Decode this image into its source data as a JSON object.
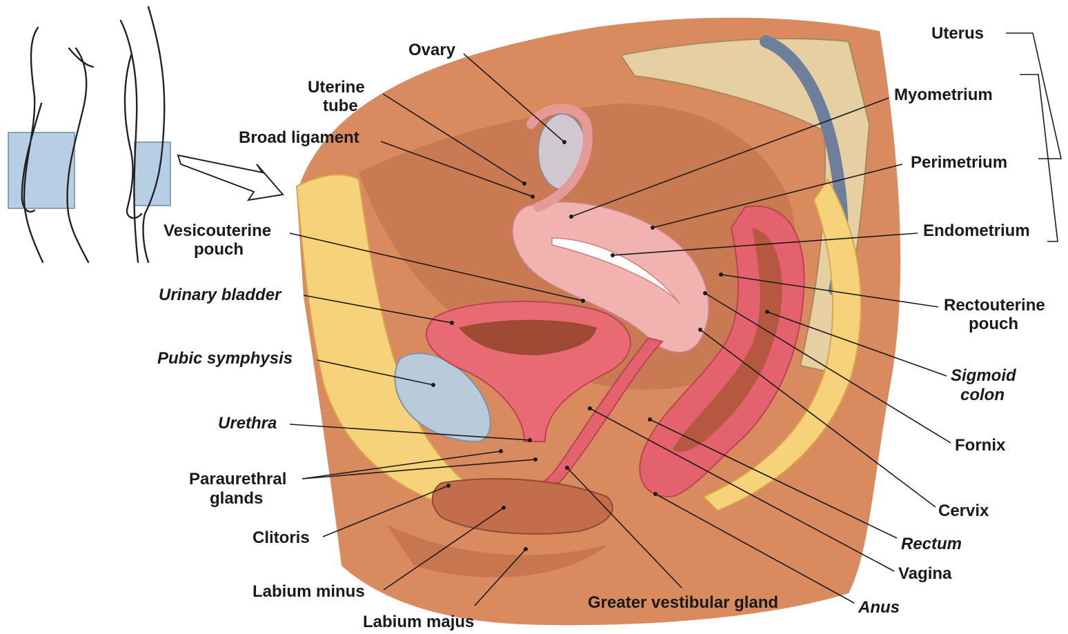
{
  "labels": {
    "uterus": "Uterus",
    "ovary": "Ovary",
    "uterine_tube_1": "Uterine",
    "uterine_tube_2": "tube",
    "broad_ligament": "Broad ligament",
    "myometrium": "Myometrium",
    "perimetrium": "Perimetrium",
    "endometrium": "Endometrium",
    "vesicouterine_1": "Vesicouterine",
    "vesicouterine_2": "pouch",
    "urinary_bladder": "Urinary bladder",
    "rectouterine_1": "Rectouterine",
    "rectouterine_2": "pouch",
    "pubic_symphysis": "Pubic symphysis",
    "sigmoid_1": "Sigmoid",
    "sigmoid_2": "colon",
    "urethra": "Urethra",
    "fornix": "Fornix",
    "paraurethral_1": "Paraurethral",
    "paraurethral_2": "glands",
    "cervix": "Cervix",
    "clitoris": "Clitoris",
    "rectum": "Rectum",
    "vagina": "Vagina",
    "labium_minus": "Labium minus",
    "greater_vestibular_gland": "Greater vestibular gland",
    "anus": "Anus",
    "labium_majus": "Labium majus"
  },
  "colors": {
    "skin": "#d98a5e",
    "skin_dark": "#b86a45",
    "fat": "#f6d27a",
    "bone": "#e6cfa2",
    "uterus": "#f2b3b0",
    "mucosa": "#e4626e",
    "bladder": "#f08a8a",
    "inset_box": "#b7cfe4",
    "cavity": "#9e4a35"
  }
}
